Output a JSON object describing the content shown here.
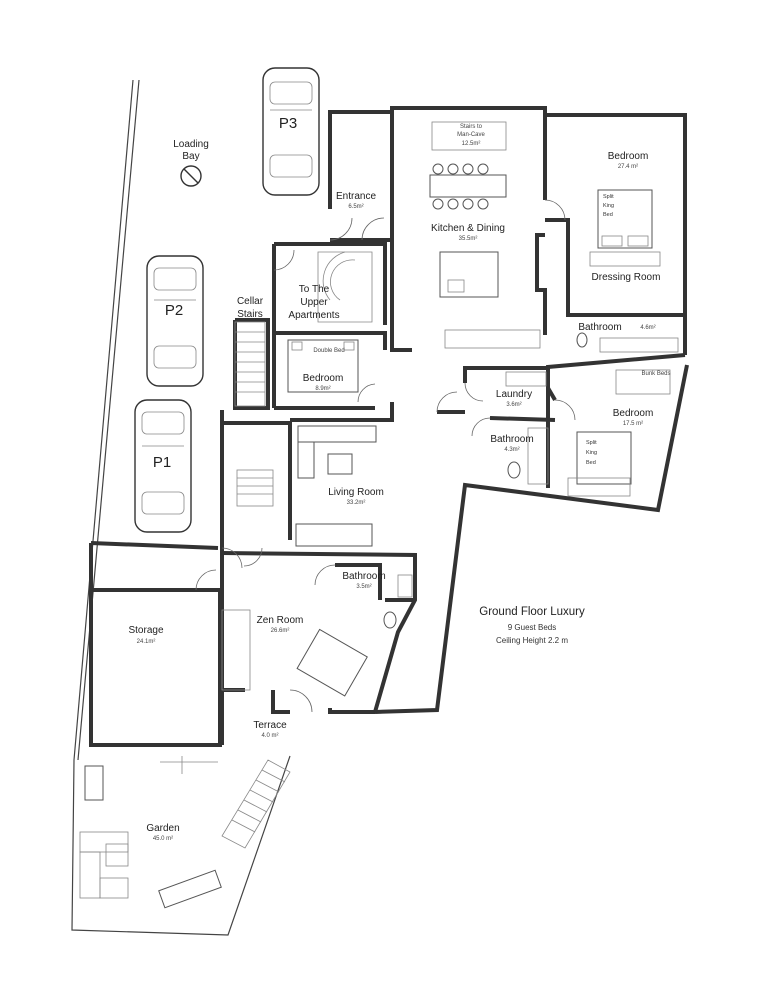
{
  "parking": {
    "p1": "P1",
    "p2": "P2",
    "p3": "P3",
    "loading_bay": "Loading\nBay"
  },
  "rooms": {
    "entrance": {
      "name": "Entrance",
      "area": "6.5m²"
    },
    "kitchen": {
      "name": "Kitchen & Dining",
      "area": "35.5m²"
    },
    "stairs_mancave": {
      "line1": "Stairs to",
      "line2": "Man-Cave",
      "area": "12.5m²"
    },
    "bedroom_main": {
      "name": "Bedroom",
      "area": "27.4 m²"
    },
    "split_bed_1": {
      "l1": "Split",
      "l2": "King",
      "l3": "Bed"
    },
    "dressing": {
      "name": "Dressing Room"
    },
    "bathroom_main": {
      "name": "Bathroom",
      "area": "4.6m²"
    },
    "upper_apts": {
      "l1": "To The",
      "l2": "Upper",
      "l3": "Apartments"
    },
    "cellar": {
      "l1": "Cellar",
      "l2": "Stairs"
    },
    "bedroom_double": {
      "name": "Bedroom",
      "area": "8.9m²",
      "bed": "Double Bed"
    },
    "laundry": {
      "name": "Laundry",
      "area": "3.6m²"
    },
    "bathroom_mid": {
      "name": "Bathroom",
      "area": "4.3m²"
    },
    "bedroom_bunk": {
      "name": "Bedroom",
      "area": "17.5 m²",
      "bunk": "Bunk Beds"
    },
    "split_bed_2": {
      "l1": "Split",
      "l2": "King",
      "l3": "Bed"
    },
    "living": {
      "name": "Living Room",
      "area": "33.2m²"
    },
    "bathroom_small": {
      "name": "Bathroom",
      "area": "3.5m²"
    },
    "storage": {
      "name": "Storage",
      "area": "24.1m²"
    },
    "zen": {
      "name": "Zen Room",
      "area": "26.6m²"
    },
    "terrace": {
      "name": "Terrace",
      "area": "4.0 m²"
    },
    "garden": {
      "name": "Garden",
      "area": "45.0 m²"
    }
  },
  "info": {
    "title": "Ground Floor Luxury",
    "beds": "9 Guest Beds",
    "ceiling": "Ceiling Height 2.2 m"
  }
}
